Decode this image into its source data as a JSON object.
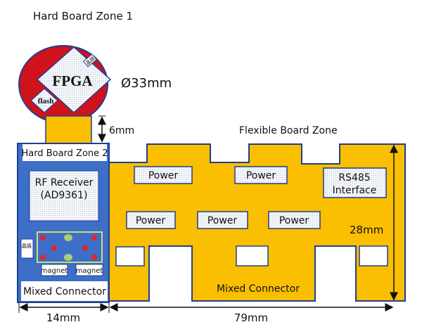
{
  "title": "Hard Board Zone 1",
  "fpga": {
    "label": "FPGA",
    "flash": "flash",
    "crystal": "晶振",
    "diameter": "Ø33mm"
  },
  "neck": {
    "height": "6mm"
  },
  "hard_zone2": {
    "label": "Hard Board Zone 2",
    "rf_line1": "RF Receiver",
    "rf_line2": "(AD9361)",
    "crystal": "晶振",
    "magnet1": "magnet",
    "magnet2": "magnet",
    "connector": "Mixed Connector",
    "width": "14mm"
  },
  "flex_zone": {
    "label": "Flexible Board Zone",
    "power_labels": [
      "Power",
      "Power",
      "Power",
      "Power",
      "Power"
    ],
    "rs485_line1": "RS485",
    "rs485_line2": "Interface",
    "connector": "Mixed Connector",
    "height": "28mm",
    "width": "79mm"
  },
  "colors": {
    "red": "#d0121b",
    "blue": "#3d6fc9",
    "yellow": "#f9bf00",
    "outline": "#1f3f8f"
  }
}
